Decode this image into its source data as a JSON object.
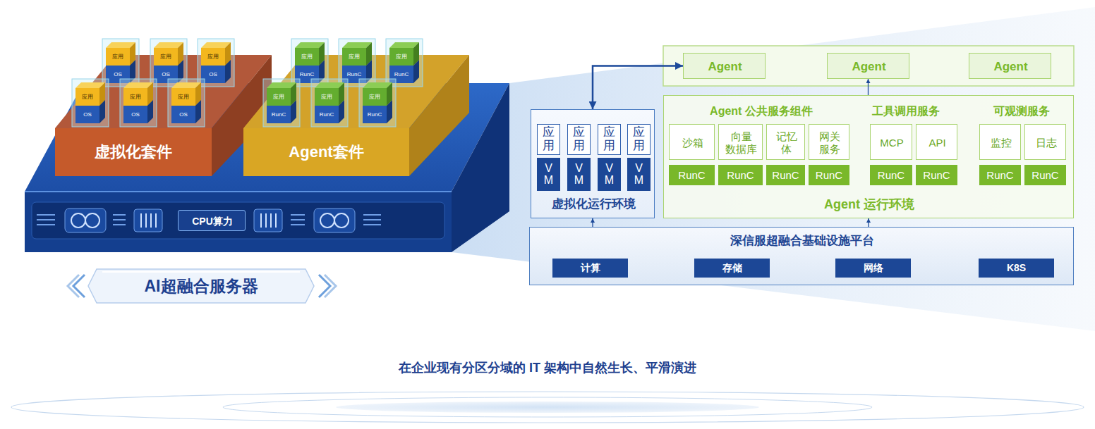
{
  "diagram": {
    "caption": "在企业现有分区分域的 IT 架构中自然生长、平滑演进",
    "nodes": [
      {
        "text": [
          "虚拟化套件"
        ]
      },
      {
        "text": [
          "应用",
          "OS"
        ],
        "in": 0
      },
      {
        "text": [
          "应用",
          "OS"
        ],
        "in": 0
      },
      {
        "text": [
          "应用",
          "OS"
        ],
        "in": 0
      },
      {
        "text": [
          "应用",
          "OS"
        ],
        "in": 0
      },
      {
        "text": [
          "应用",
          "OS"
        ],
        "in": 0
      },
      {
        "text": [
          "应用",
          "OS"
        ],
        "in": 0
      },
      {
        "text": [
          "Agent套件"
        ]
      },
      {
        "text": [
          "应用",
          "RunC"
        ],
        "in": 7
      },
      {
        "text": [
          "应用",
          "RunC"
        ],
        "in": 7
      },
      {
        "text": [
          "应用",
          "RunC"
        ],
        "in": 7
      },
      {
        "text": [
          "应用",
          "RunC"
        ],
        "in": 7
      },
      {
        "text": [
          "应用",
          "RunC"
        ],
        "in": 7
      },
      {
        "text": [
          "应用",
          "RunC"
        ],
        "in": 7
      },
      {
        "text": [
          "CPU算力"
        ]
      },
      {
        "text": [
          "AI超融合服务器"
        ]
      },
      {
        "text": [
          "Agent"
        ]
      },
      {
        "text": [
          "Agent"
        ]
      },
      {
        "text": [
          "Agent"
        ]
      },
      {
        "text": [
          "虚拟化运行环境"
        ]
      },
      {
        "text": [
          "应用"
        ],
        "in": 19
      },
      {
        "text": [
          "应用"
        ],
        "in": 19
      },
      {
        "text": [
          "应用"
        ],
        "in": 19
      },
      {
        "text": [
          "应用"
        ],
        "in": 19
      },
      {
        "text": [
          "VM"
        ],
        "in": 19
      },
      {
        "text": [
          "VM"
        ],
        "in": 19
      },
      {
        "text": [
          "VM"
        ],
        "in": 19
      },
      {
        "text": [
          "VM"
        ],
        "in": 19
      },
      {
        "text": [
          "Agent 公共服务组件",
          "工具调用服务",
          "可观测服务",
          "Agent 运行环境"
        ]
      },
      {
        "text": [
          "沙箱"
        ],
        "in": 28
      },
      {
        "text": [
          "向量 数据库"
        ],
        "in": 28
      },
      {
        "text": [
          "记忆 体"
        ],
        "in": 28
      },
      {
        "text": [
          "网关 服务"
        ],
        "in": 28
      },
      {
        "text": [
          "MCP"
        ],
        "in": 28
      },
      {
        "text": [
          "API"
        ],
        "in": 28
      },
      {
        "text": [
          "监控"
        ],
        "in": 28
      },
      {
        "text": [
          "日志"
        ],
        "in": 28
      },
      {
        "text": [
          "RunC"
        ],
        "in": 28
      },
      {
        "text": [
          "RunC"
        ],
        "in": 28
      },
      {
        "text": [
          "RunC"
        ],
        "in": 28
      },
      {
        "text": [
          "RunC"
        ],
        "in": 28
      },
      {
        "text": [
          "RunC"
        ],
        "in": 28
      },
      {
        "text": [
          "RunC"
        ],
        "in": 28
      },
      {
        "text": [
          "RunC"
        ],
        "in": 28
      },
      {
        "text": [
          "RunC"
        ],
        "in": 28
      },
      {
        "text": [
          "深信服超融合基础设施平台"
        ]
      },
      {
        "text": [
          "计算"
        ],
        "in": 45
      },
      {
        "text": [
          "存储"
        ],
        "in": 45
      },
      {
        "text": [
          "网络"
        ],
        "in": 45
      },
      {
        "text": [
          "K8S"
        ],
        "in": 45
      }
    ],
    "edges": [
      {
        "from": 19,
        "to": 16,
        "arrow": "both"
      },
      {
        "from": 45,
        "to": 19,
        "arrow": "to"
      },
      {
        "from": 45,
        "to": 28,
        "arrow": "to"
      },
      {
        "from": 28,
        "to": 17,
        "arrow": "to"
      }
    ]
  }
}
